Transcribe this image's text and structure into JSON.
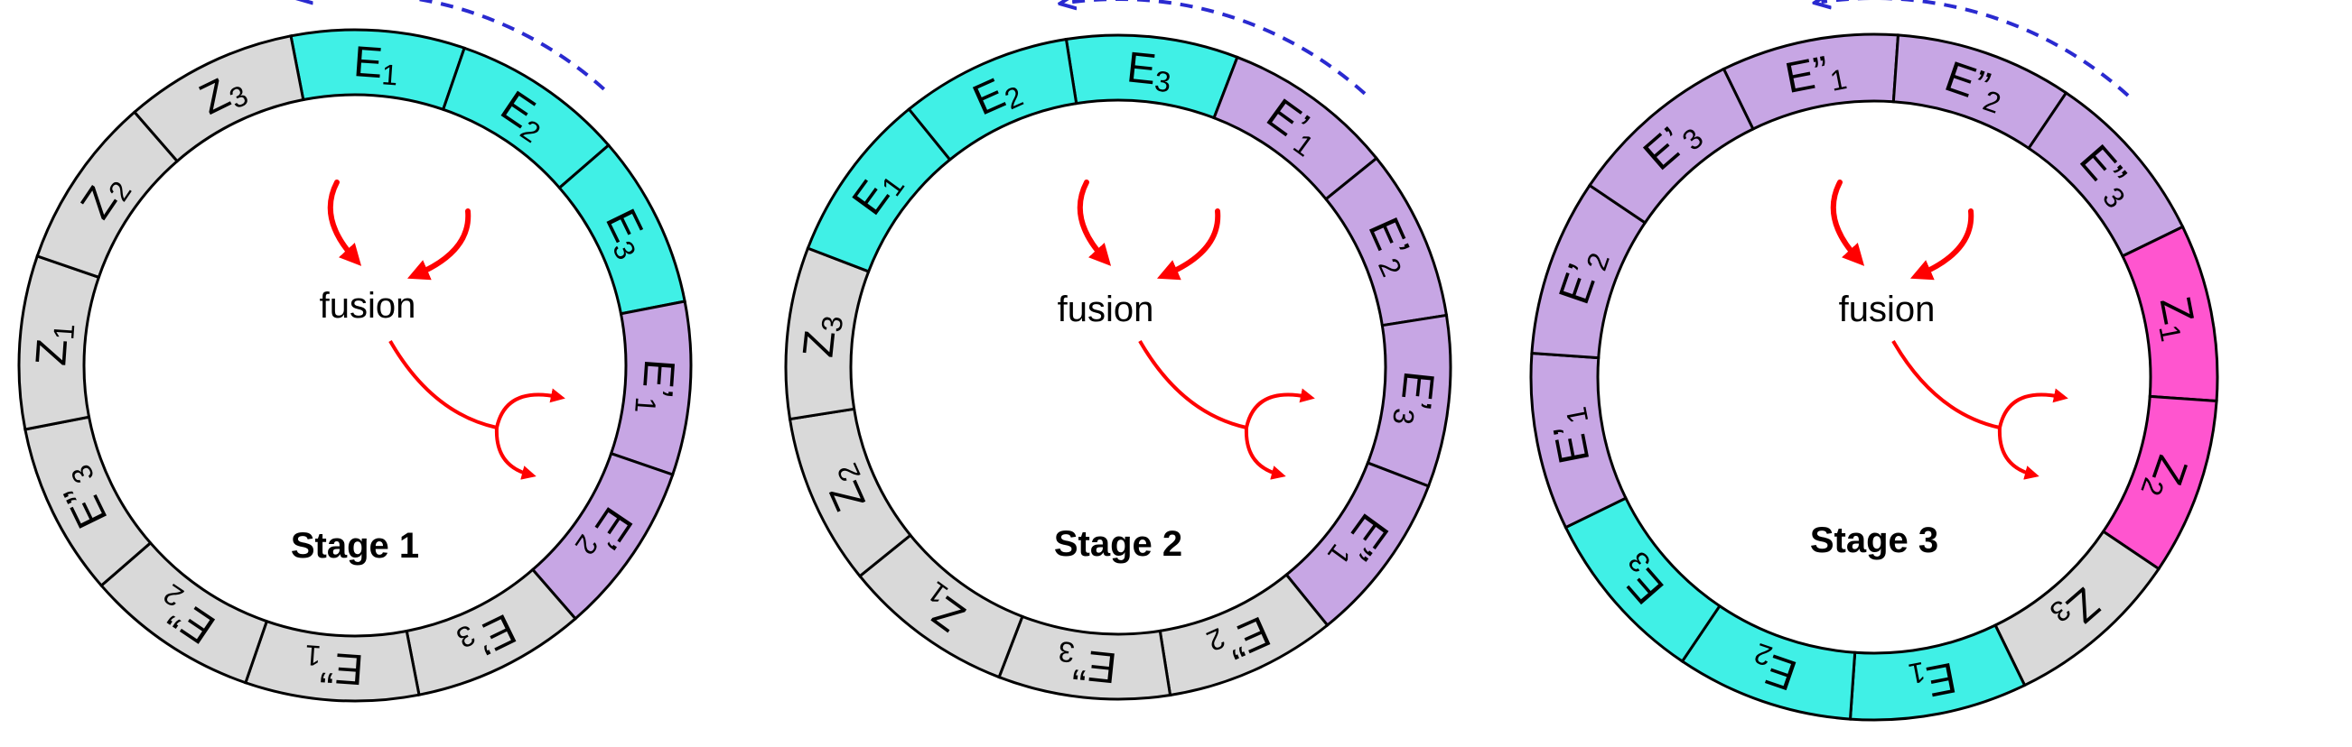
{
  "colors": {
    "E": "#40f0e6",
    "P": "#c7a6e4",
    "Z": "#d9d9d9",
    "M": "#ff55cf",
    "outline": "#000000",
    "fusion_arrow": "#ff0000",
    "rotation_arrow": "#2a2ad0"
  },
  "fusion_label": "fusion",
  "stages": [
    {
      "label": "Stage 1",
      "segments": [
        {
          "main": "E",
          "sub": "1",
          "prime": "",
          "type": "E"
        },
        {
          "main": "E",
          "sub": "2",
          "prime": "",
          "type": "E"
        },
        {
          "main": "E",
          "sub": "3",
          "prime": "",
          "type": "E"
        },
        {
          "main": "E",
          "sub": "1",
          "prime": "’",
          "type": "P"
        },
        {
          "main": "E",
          "sub": "2",
          "prime": "’",
          "type": "P"
        },
        {
          "main": "E",
          "sub": "3",
          "prime": "’",
          "type": "Z"
        },
        {
          "main": "E",
          "sub": "1",
          "prime": "”",
          "type": "Z"
        },
        {
          "main": "E",
          "sub": "2",
          "prime": "”",
          "type": "Z"
        },
        {
          "main": "E",
          "sub": "3",
          "prime": "”",
          "type": "Z"
        },
        {
          "main": "Z",
          "sub": "1",
          "prime": "",
          "type": "Z"
        },
        {
          "main": "Z",
          "sub": "2",
          "prime": "",
          "type": "Z"
        },
        {
          "main": "Z",
          "sub": "3",
          "prime": "",
          "type": "Z"
        }
      ]
    },
    {
      "label": "Stage 2",
      "segments": [
        {
          "main": "E",
          "sub": "3",
          "prime": "",
          "type": "E"
        },
        {
          "main": "E",
          "sub": "1",
          "prime": "’",
          "type": "P"
        },
        {
          "main": "E",
          "sub": "2",
          "prime": "’",
          "type": "P"
        },
        {
          "main": "E",
          "sub": "3",
          "prime": "’",
          "type": "P"
        },
        {
          "main": "E",
          "sub": "1",
          "prime": "”",
          "type": "P"
        },
        {
          "main": "E",
          "sub": "2",
          "prime": "”",
          "type": "Z"
        },
        {
          "main": "E",
          "sub": "3",
          "prime": "”",
          "type": "Z"
        },
        {
          "main": "Z",
          "sub": "1",
          "prime": "",
          "type": "Z"
        },
        {
          "main": "Z",
          "sub": "2",
          "prime": "",
          "type": "Z"
        },
        {
          "main": "Z",
          "sub": "3",
          "prime": "",
          "type": "Z"
        },
        {
          "main": "E",
          "sub": "1",
          "prime": "",
          "type": "E"
        },
        {
          "main": "E",
          "sub": "2",
          "prime": "",
          "type": "E"
        }
      ]
    },
    {
      "label": "Stage 3",
      "segments": [
        {
          "main": "E",
          "sub": "1",
          "prime": "”",
          "type": "P"
        },
        {
          "main": "E",
          "sub": "2",
          "prime": "”",
          "type": "P"
        },
        {
          "main": "E",
          "sub": "3",
          "prime": "”",
          "type": "P"
        },
        {
          "main": "Z",
          "sub": "1",
          "prime": "",
          "type": "M"
        },
        {
          "main": "Z",
          "sub": "2",
          "prime": "",
          "type": "M"
        },
        {
          "main": "Z",
          "sub": "3",
          "prime": "",
          "type": "Z"
        },
        {
          "main": "E",
          "sub": "1",
          "prime": "",
          "type": "E"
        },
        {
          "main": "E",
          "sub": "2",
          "prime": "",
          "type": "E"
        },
        {
          "main": "E",
          "sub": "3",
          "prime": "",
          "type": "E"
        },
        {
          "main": "E",
          "sub": "1",
          "prime": "’",
          "type": "P"
        },
        {
          "main": "E",
          "sub": "2",
          "prime": "’",
          "type": "P"
        },
        {
          "main": "E",
          "sub": "3",
          "prime": "’",
          "type": "P"
        }
      ]
    }
  ]
}
